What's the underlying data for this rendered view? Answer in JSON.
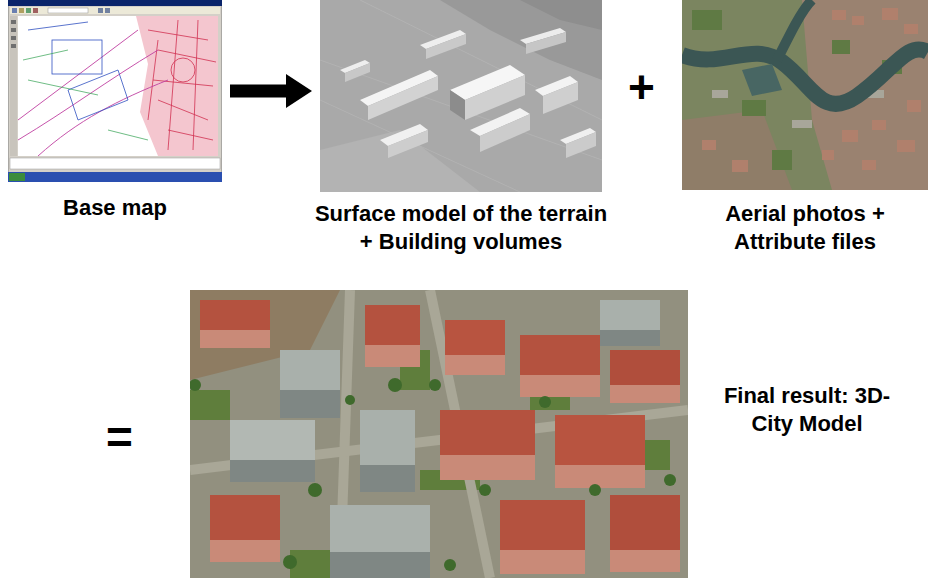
{
  "diagram": {
    "nodes": [
      {
        "text": [
          "Base map"
        ]
      },
      {
        "text": [
          "Surface model of the terrain + Building volumes"
        ]
      },
      {
        "text": [
          "Aerial photos + Attribute files"
        ]
      },
      {
        "text": [
          "Final result: 3D-City Model"
        ]
      }
    ],
    "edges": [
      {
        "from": 0,
        "to": 1,
        "arrow": "to"
      }
    ],
    "labels": [
      "+",
      "="
    ]
  }
}
